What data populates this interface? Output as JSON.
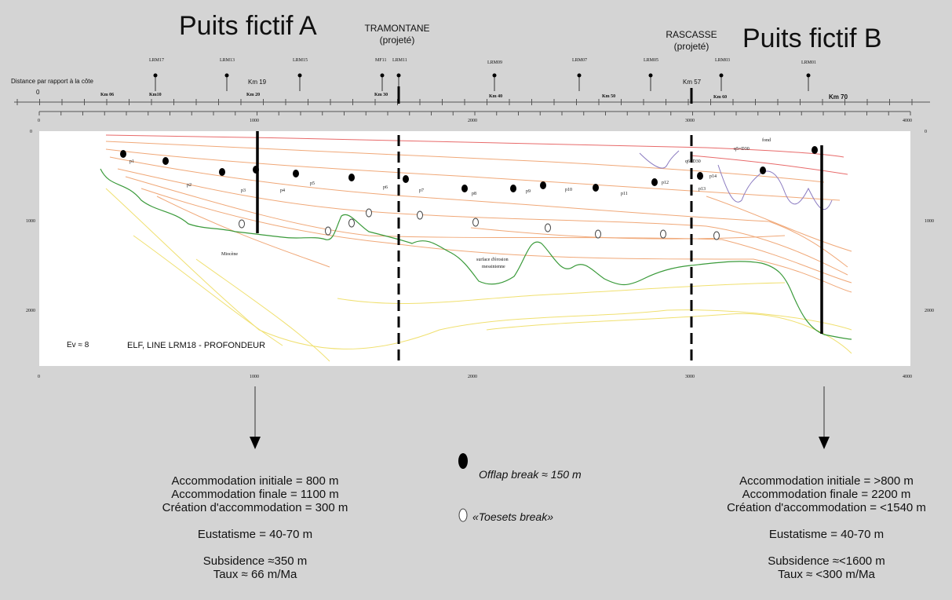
{
  "titles": {
    "well_a": "Puits fictif A",
    "well_b": "Puits fictif B"
  },
  "wells": {
    "tramontane": {
      "name": "TRAMONTANE",
      "status": "(projeté)"
    },
    "rascasse": {
      "name": "RASCASSE",
      "status": "(projeté)"
    }
  },
  "distance_label": "Distance par rapport à la côte",
  "distance_zero": "0",
  "km_markers_small": [
    "Km 06",
    "Km10",
    "Km 20",
    "Km 30",
    "Km 40",
    "Km 50",
    "Km 60"
  ],
  "km_markers_large": [
    "Km 19",
    "Km 57",
    "Km 70"
  ],
  "line_labels": [
    "LRM17",
    "LRM13",
    "LRM15",
    "MF11",
    "LRM11",
    "LRM09",
    "LRM07",
    "LRM05",
    "LRM03",
    "LRM01"
  ],
  "x_ticks": [
    "0",
    "1000",
    "2000",
    "3000",
    "4000"
  ],
  "y_ticks": [
    "0",
    "1000",
    "2000"
  ],
  "sequences": [
    "p1",
    "p2",
    "p3",
    "p4",
    "p5",
    "p6",
    "p7",
    "p8",
    "p9",
    "p10",
    "p11",
    "p12",
    "p13",
    "p14"
  ],
  "section_labels": {
    "miocene": "Miocène",
    "erosion_1": "surface d'érosion",
    "erosion_2": "messinienne",
    "fond": "fond",
    "q5": "q5=D30",
    "q6": "q6=D30",
    "ev": "Ev ≈ 8",
    "line_title": "ELF, LINE LRM18 - PROFONDEUR"
  },
  "legend": {
    "offlap": "Offlap break ≈ 150 m",
    "toesets": "«Toesets break»"
  },
  "well_a_stats": [
    "Accommodation initiale = 800 m",
    "Accommodation finale = 1100 m",
    "Création d'accommodation = 300 m",
    "Eustatisme = 40-70 m",
    "Subsidence ≈350 m",
    "Taux ≈ 66 m/Ma"
  ],
  "well_b_stats": [
    "Accommodation initiale = >800 m",
    "Accommodation finale = 2200 m",
    "Création d'accommodation = <1540 m",
    "Eustatisme = 40-70 m",
    "Subsidence ≈<1600 m",
    "Taux ≈ <300 m/Ma"
  ],
  "colors": {
    "background": "#d4d4d4",
    "panel": "#ffffff",
    "orange": "#f0a878",
    "red": "#e86a6a",
    "green": "#3a9a3a",
    "yellow": "#f0e070",
    "purple": "#8a7ac0"
  }
}
